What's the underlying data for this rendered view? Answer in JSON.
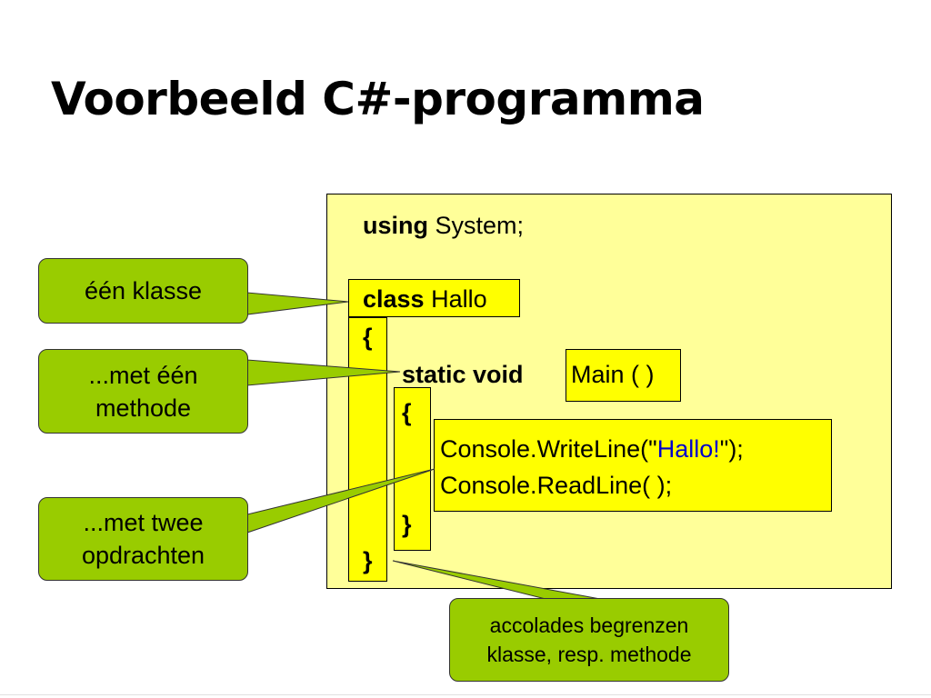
{
  "title": "Voorbeeld C#-programma",
  "code": {
    "line1_kw": "using",
    "line1_rest": " System;",
    "line2_kw": "class",
    "line2_rest": " Hallo",
    "open_brace_outer": "{",
    "line3_kw": "static void",
    "line3_rest": "Main ( )",
    "open_brace_inner": "{",
    "line4_pre": "Console.WriteLine(\"",
    "line4_str": "Hallo!",
    "line4_post": "\");",
    "line5": "Console.ReadLine( );",
    "close_brace_inner": "}",
    "close_brace_outer": "}"
  },
  "callouts": {
    "class": "één klasse",
    "method": "...met één\nmethode",
    "statements": "...met twee\nopdrachten",
    "braces": "accolades begrenzen\nklasse, resp. methode"
  },
  "colors": {
    "panel": "#ffff99",
    "highlight": "#ffff00",
    "callout": "#99cc00",
    "string": "#0000cc"
  }
}
